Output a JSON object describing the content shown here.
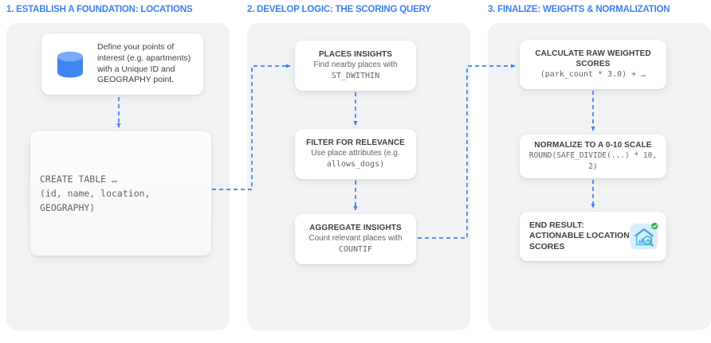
{
  "theme": {
    "accent_blue": "#3b7ff5",
    "panel_gray": "#f1f2f3",
    "card_white": "#ffffff",
    "title_gray": "#3c4043",
    "sub_gray": "#5f6368",
    "db_blue": "#4285f4",
    "db_blue_light": "#7baaf7",
    "icon_bg": "#d8eefb",
    "icon_blue": "#3aaee0",
    "check_green": "#34a853"
  },
  "columns": [
    {
      "id": "col1",
      "header": "1. ESTABLISH A FOUNDATION: LOCATIONS",
      "cards": {
        "define": {
          "icon": "database-cylinder-icon",
          "description": "Define your points of interest (e.g. apartments) with a Unique ID and GEOGRAPHY point."
        },
        "create_table": {
          "code": "CREATE TABLE …\n(id, name, location,\nGEOGRAPHY)"
        }
      }
    },
    {
      "id": "col2",
      "header": "2. DEVELOP LOGIC: THE SCORING QUERY",
      "cards": {
        "places_insights": {
          "title": "PLACES INSIGHTS",
          "subtitle": "Find nearby places with",
          "code": "ST_DWITHIN"
        },
        "filter_relevance": {
          "title": "FILTER FOR RELEVANCE",
          "subtitle": "Use place attributes (e.g.",
          "code": "allows_dogs)"
        },
        "aggregate_insights": {
          "title": "AGGREGATE INSIGHTS",
          "subtitle": "Count relevant places with",
          "code": "COUNTIF"
        }
      }
    },
    {
      "id": "col3",
      "header": "3. FINALIZE: WEIGHTS & NORMALIZATION",
      "cards": {
        "calculate_scores": {
          "title": "CALCULATE RAW WEIGHTED SCORES",
          "code": "(park_count * 3.0) + …"
        },
        "normalize": {
          "title": "NORMALIZE TO A 0-10 SCALE",
          "code": "ROUND(SAFE_DIVIDE(...) * 10, 2)"
        },
        "end_result": {
          "text": "END RESULT:\nACTIONABLE LOCATION\nSCORES",
          "icon": "house-analytics-search-icon",
          "badge": "check-circle-icon"
        }
      }
    }
  ]
}
